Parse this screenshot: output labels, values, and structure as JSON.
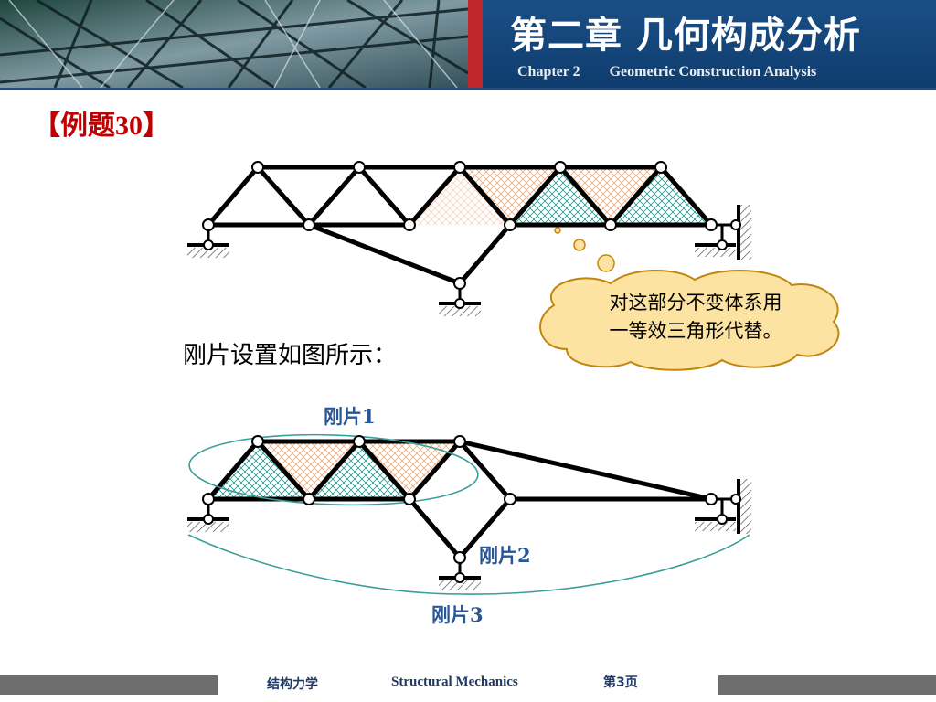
{
  "header": {
    "title": "第二章  几何构成分析",
    "subtitle": "Chapter 2        Geometric Construction Analysis"
  },
  "example_label": "【例题30】",
  "callout": {
    "line1": "对这部分不变体系用",
    "line2": "一等效三角形代替。"
  },
  "caption": "刚片设置如图所示：",
  "labels": {
    "piece1": "刚片1",
    "piece2": "刚片2",
    "piece3": "刚片3"
  },
  "footer": {
    "course_cn": "结构力学",
    "course_en": "Structural Mechanics",
    "page": "第3页"
  },
  "colors": {
    "header_blue": "#1a4f86",
    "header_red": "#c0262b",
    "example_red": "#c00000",
    "label_blue": "#2a5596",
    "bubble_fill": "#fde3a2",
    "hatch_orange": "#f3b58a",
    "hatch_teal": "#3aa39b",
    "ellipse_teal": "#3a9e9a"
  }
}
